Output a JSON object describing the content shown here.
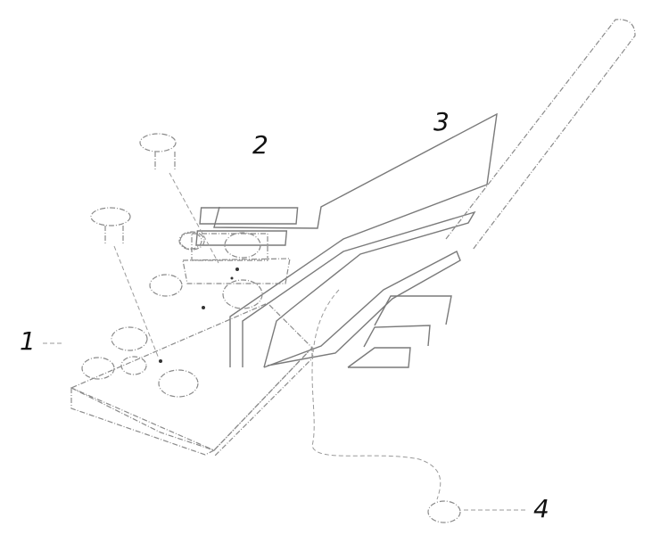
{
  "diagram": {
    "type": "exploded-assembly",
    "callouts": [
      {
        "id": "1",
        "label": "1"
      },
      {
        "id": "2",
        "label": "2"
      },
      {
        "id": "3",
        "label": "3"
      },
      {
        "id": "4",
        "label": "4"
      }
    ]
  }
}
